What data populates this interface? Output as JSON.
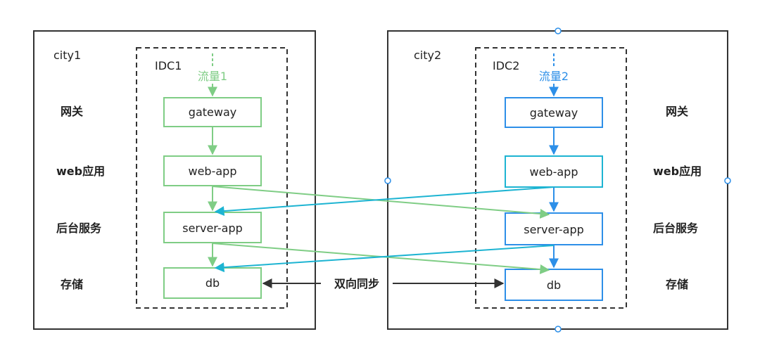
{
  "colors": {
    "green": "#7fcd85",
    "blue": "#2d8fe8",
    "cyan": "#1db4d2",
    "dark": "#333333",
    "handle": "#2d8fe8"
  },
  "city1": {
    "label": "city1",
    "idc_label": "IDC1",
    "traffic_label": "流量1",
    "row_labels": [
      "网关",
      "web应用",
      "后台服务",
      "存储"
    ],
    "nodes": {
      "gateway": "gateway",
      "web_app": "web-app",
      "server_app": "server-app",
      "db": "db"
    }
  },
  "city2": {
    "label": "city2",
    "idc_label": "IDC2",
    "traffic_label": "流量2",
    "row_labels": [
      "网关",
      "web应用",
      "后台服务",
      "存储"
    ],
    "nodes": {
      "gateway": "gateway",
      "web_app": "web-app",
      "server_app": "server-app",
      "db": "db"
    }
  },
  "sync_label": "双向同步"
}
